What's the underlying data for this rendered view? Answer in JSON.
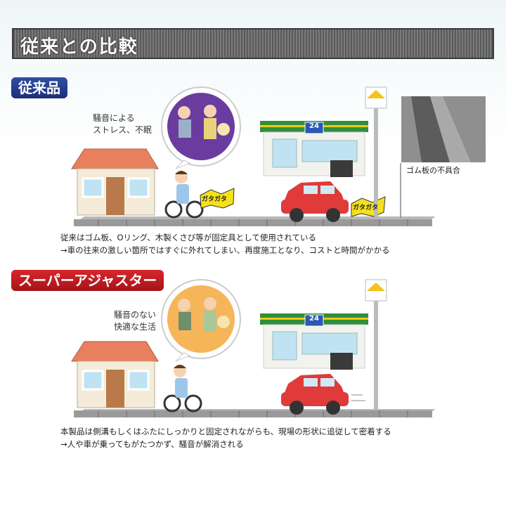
{
  "header": {
    "title": "従来との比較"
  },
  "before": {
    "label": "従来品",
    "bubble_lines": [
      "騒音による",
      "ストレス、不眠"
    ],
    "noise_1": "ガタガタ",
    "noise_2": "ガタガタ",
    "store_sign": "24",
    "photo_caption": "ゴム板の不具合",
    "caption_lines": [
      "従来はゴム板、Oリング、木製くさび等が固定具として使用されている",
      "→車の往来の激しい箇所ではすぐに外れてしまい、再度施工となり、コストと時間がかかる"
    ]
  },
  "after": {
    "label": "スーパーアジャスター",
    "bubble_lines": [
      "騒音のない",
      "快適な生活"
    ],
    "store_sign": "24",
    "caption_lines": [
      "本製品は側溝もしくはふたにしっかりと固定されながらも、現場の形状に追従して密着する",
      "→人や車が乗ってもがたつかず、騒音が解消される"
    ]
  },
  "colors": {
    "badge_blue": "#1f3b8c",
    "badge_red": "#c41e23",
    "car": "#e03a3a",
    "roof": "#e87b5a",
    "store_green": "#2f8f3a",
    "store_yellow": "#f0c61c"
  }
}
